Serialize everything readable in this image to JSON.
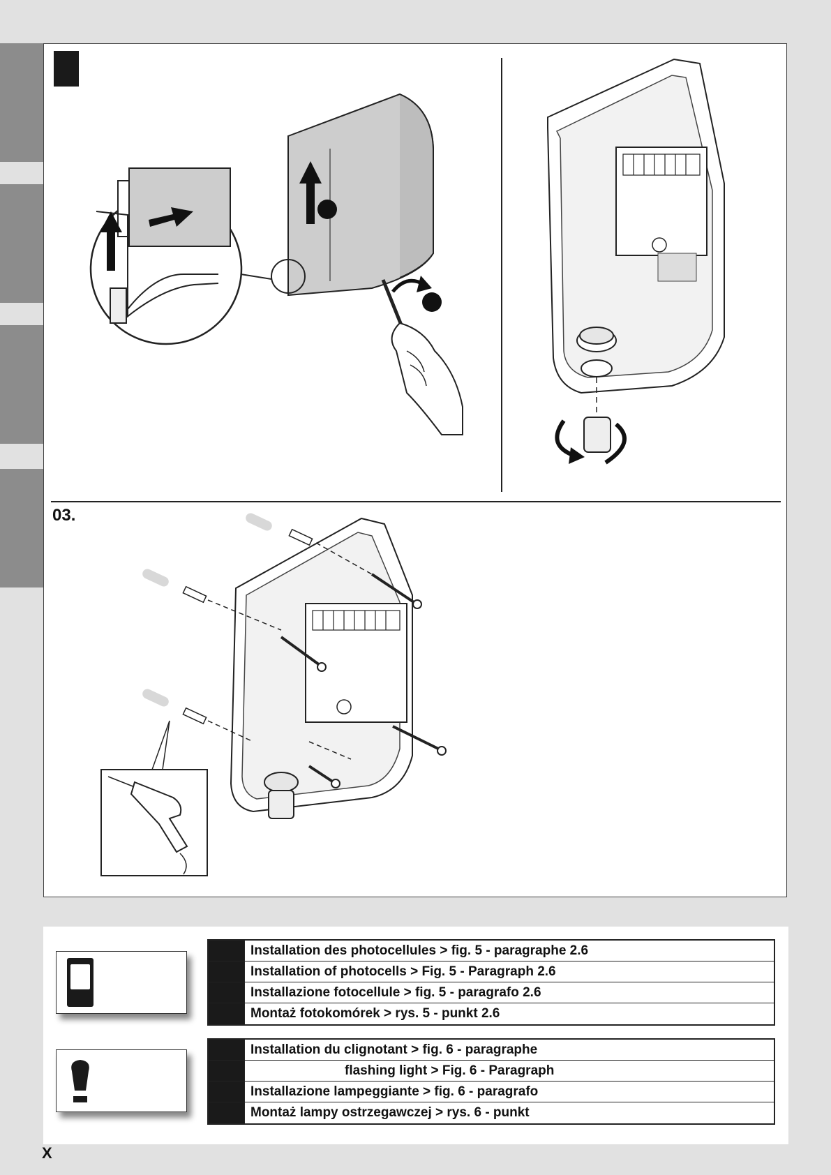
{
  "figure": {
    "panel_label": "03."
  },
  "legend": {
    "groups": [
      {
        "icon": "photocell-icon",
        "rows": [
          "Installation des photocellules > fig. 5 - paragraphe 2.6",
          "Installation of photocells > Fig. 5 - Paragraph 2.6",
          "Installazione fotocellule > fig. 5 - paragrafo 2.6",
          "Montaż fotokomórek > rys. 5 - punkt 2.6"
        ]
      },
      {
        "icon": "flashing-light-icon",
        "rows": [
          "Installation du clignotant > fig. 6 - paragraphe",
          "flashing light > Fig. 6 - Paragraph",
          "Installazione lampeggiante > fig. 6 - paragrafo",
          "Montaż lampy ostrzegawczej > rys. 6 - punkt"
        ]
      }
    ]
  },
  "page": {
    "mark": "X"
  },
  "colors": {
    "background": "#e1e1e1",
    "tab": "#8c8c8c",
    "dark": "#1a1a1a",
    "cover": "#cfcfcf"
  }
}
